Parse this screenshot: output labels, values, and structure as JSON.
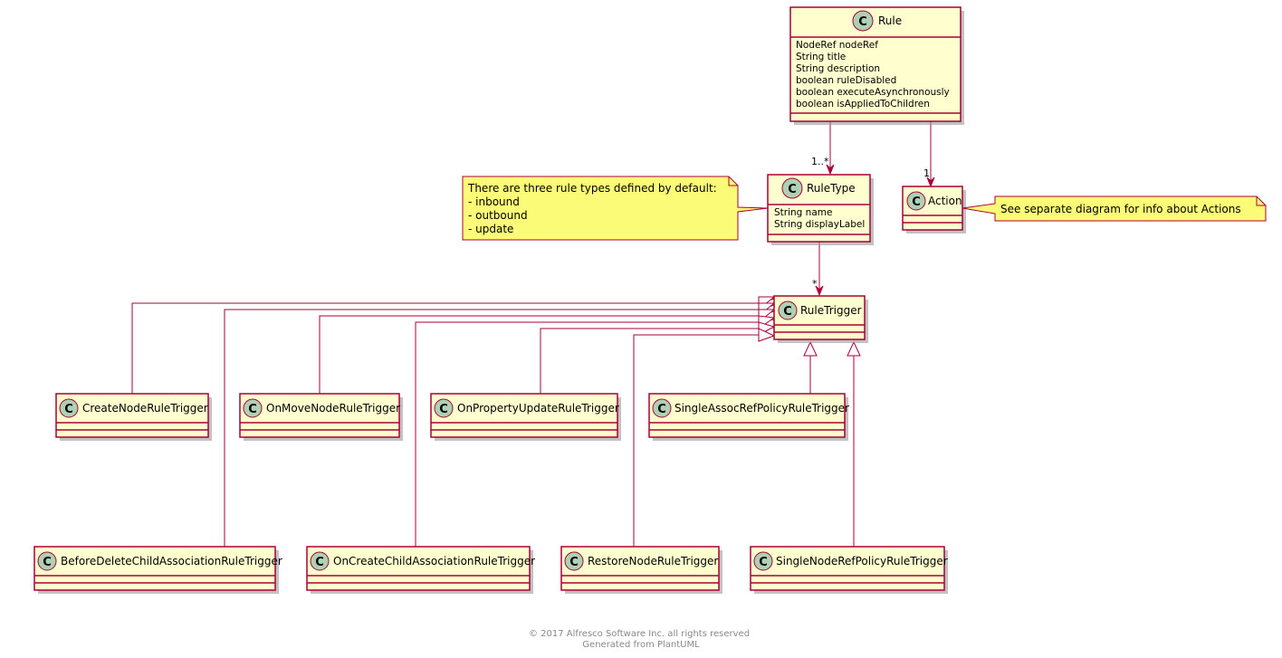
{
  "classes": {
    "rule": {
      "name": "Rule",
      "stereotype": "C",
      "attributes": [
        "NodeRef nodeRef",
        "String title",
        "String description",
        "boolean ruleDisabled",
        "boolean executeAsynchronously",
        "boolean isAppliedToChildren"
      ]
    },
    "ruletype": {
      "name": "RuleType",
      "stereotype": "C",
      "attributes": [
        "String name",
        "String displayLabel"
      ]
    },
    "action": {
      "name": "Action",
      "stereotype": "C"
    },
    "ruletrigger": {
      "name": "RuleTrigger",
      "stereotype": "C"
    },
    "createnode": {
      "name": "CreateNodeRuleTrigger",
      "stereotype": "C"
    },
    "onmovenode": {
      "name": "OnMoveNodeRuleTrigger",
      "stereotype": "C"
    },
    "onpropertyupdate": {
      "name": "OnPropertyUpdateRuleTrigger",
      "stereotype": "C"
    },
    "singleassoc": {
      "name": "SingleAssocRefPolicyRuleTrigger",
      "stereotype": "C"
    },
    "beforedelete": {
      "name": "BeforeDeleteChildAssociationRuleTrigger",
      "stereotype": "C"
    },
    "oncreatechild": {
      "name": "OnCreateChildAssociationRuleTrigger",
      "stereotype": "C"
    },
    "restorenode": {
      "name": "RestoreNodeRuleTrigger",
      "stereotype": "C"
    },
    "singlenoderef": {
      "name": "SingleNodeRefPolicyRuleTrigger",
      "stereotype": "C"
    }
  },
  "multiplicities": {
    "rule_ruletype": "1..*",
    "rule_action": "1",
    "ruletype_ruletrigger": "*"
  },
  "notes": {
    "ruletypes": [
      "There are three rule types defined by default:",
      "- inbound",
      "- outbound",
      "- update"
    ],
    "actions": [
      "See separate diagram for info about Actions"
    ]
  },
  "footer": {
    "line1": "© 2017 Alfresco Software Inc. all rights reserved",
    "line2": "Generated from PlantUML"
  },
  "colors": {
    "class_fill": "#FEFECE",
    "border": "#A80036",
    "circle": "#ADD1B2",
    "note_fill": "#FBFB77"
  }
}
